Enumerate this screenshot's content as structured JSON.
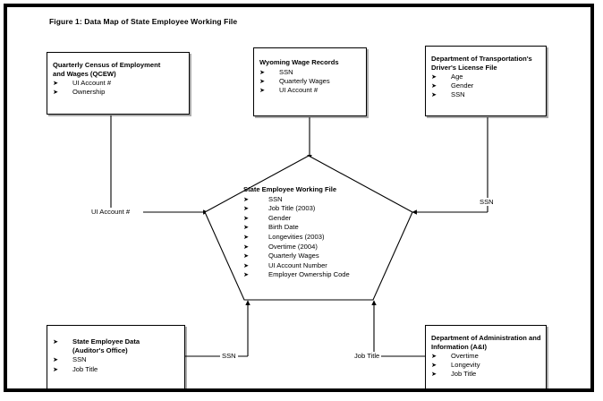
{
  "figure": {
    "title": "Figure 1: Data Map of State Employee Working File"
  },
  "colors": {
    "frame": "#000000",
    "box_border": "#000000",
    "background": "#ffffff",
    "text": "#000000"
  },
  "bullet_glyph": "➤",
  "center": {
    "title": "State Employee Working File",
    "items": [
      "SSN",
      "Job Title (2003)",
      "Gender",
      "Birth Date",
      "Longevities (2003)",
      "Overtime (2004)",
      "Quarterly Wages",
      "UI Account Number",
      "Employer Ownership Code"
    ]
  },
  "sources": {
    "qcew": {
      "title": "Quarterly Census of Employment\nand Wages (QCEW)",
      "items": [
        "UI Account #",
        "Ownership"
      ]
    },
    "wyoming": {
      "title": "Wyoming Wage Records",
      "items": [
        "SSN",
        "Quarterly Wages",
        "UI Account #"
      ]
    },
    "dot": {
      "title": "Department of Transportation's\nDriver's License File",
      "items": [
        "Age",
        "Gender",
        "SSN"
      ]
    },
    "auditor": {
      "title": "State Employee Data\n(Auditor's Office)",
      "items": [
        "SSN",
        "Job Title"
      ]
    },
    "ai": {
      "title": "Department of Administration and\nInformation (A&I)",
      "items": [
        "Overtime",
        "Longevity",
        "Job Title"
      ]
    }
  },
  "edge_labels": {
    "qcew_to_center": "UI Account #",
    "dot_to_center": "SSN",
    "auditor_to_center": "SSN",
    "ai_to_center": "Job Title"
  }
}
